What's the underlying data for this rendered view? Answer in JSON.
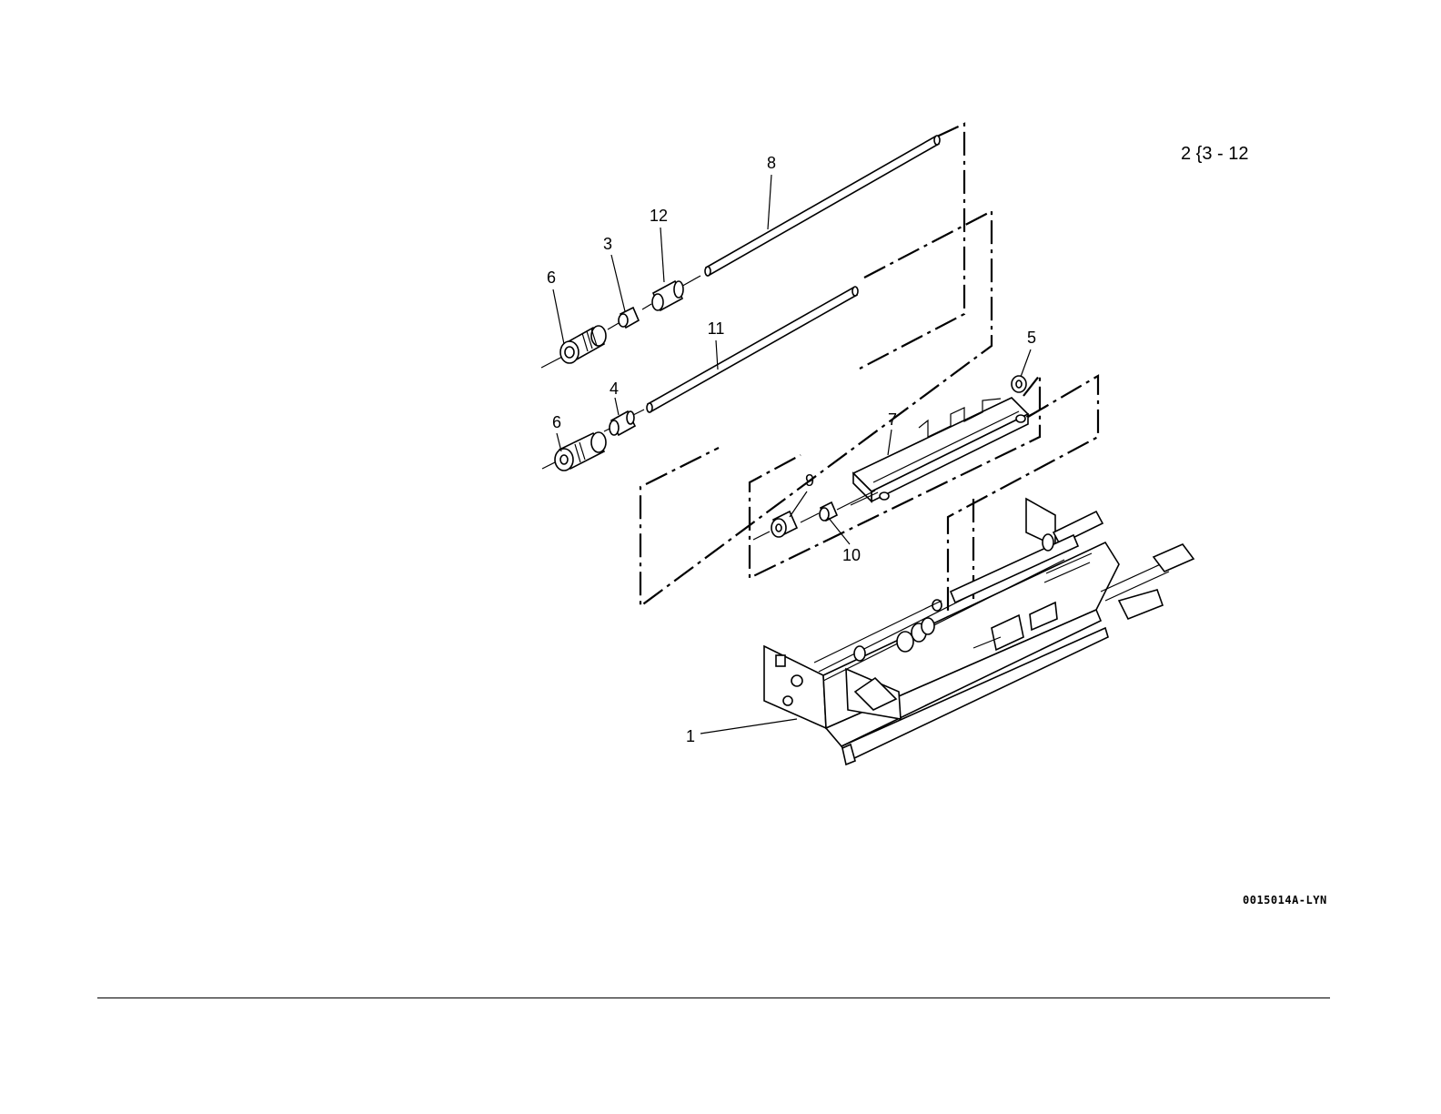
{
  "callouts": {
    "c1": "1",
    "c3": "3",
    "c4": "4",
    "c5": "5",
    "c6a": "6",
    "c6b": "6",
    "c7": "7",
    "c8": "8",
    "c9": "9",
    "c10": "10",
    "c11": "11",
    "c12": "12"
  },
  "note": "2 {3 - 12",
  "figure_id": "0015014A-LYN"
}
